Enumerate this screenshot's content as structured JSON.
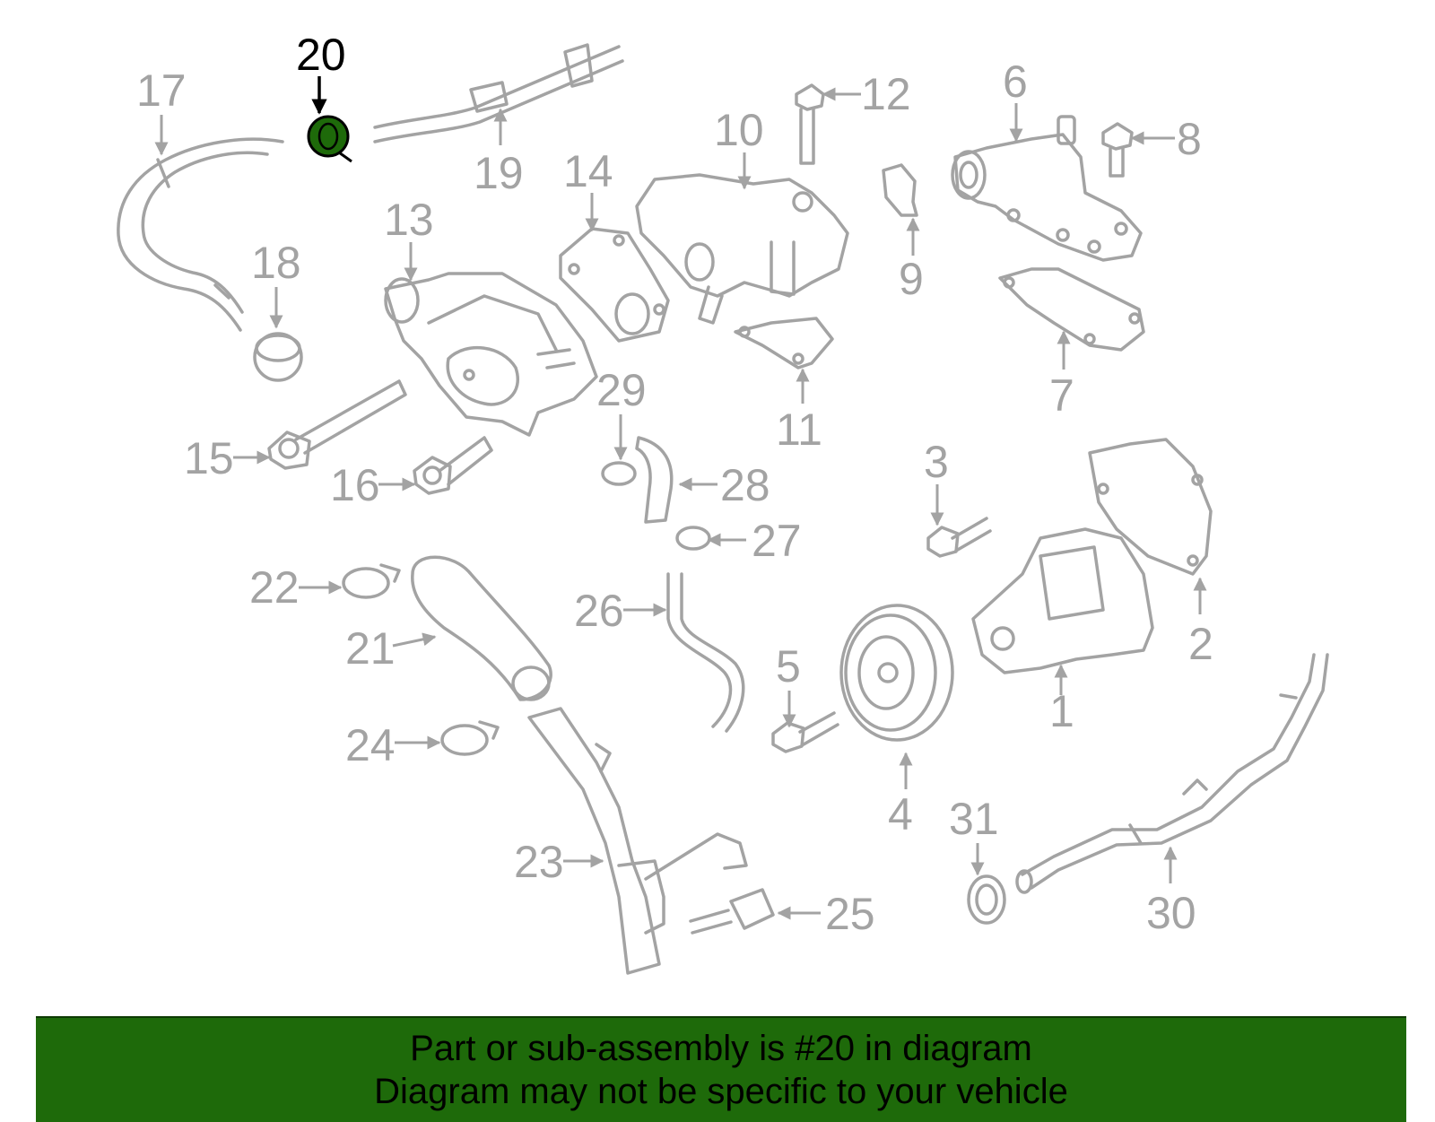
{
  "colors": {
    "part_stroke": "#a3a3a3",
    "highlight_fill": "#1e6a0a",
    "banner_bg": "#1e6a0a",
    "text_highlight": "#000000"
  },
  "highlighted_part": "20",
  "labels": {
    "p1": "1",
    "p2": "2",
    "p3": "3",
    "p4": "4",
    "p5": "5",
    "p6": "6",
    "p7": "7",
    "p8": "8",
    "p9": "9",
    "p10": "10",
    "p11": "11",
    "p12": "12",
    "p13": "13",
    "p14": "14",
    "p15": "15",
    "p16": "16",
    "p17": "17",
    "p18": "18",
    "p19": "19",
    "p20": "20",
    "p21": "21",
    "p22": "22",
    "p23": "23",
    "p24": "24",
    "p25": "25",
    "p26": "26",
    "p27": "27",
    "p28": "28",
    "p29": "29",
    "p30": "30",
    "p31": "31"
  },
  "banner": {
    "line1": "Part or sub-assembly is #20 in diagram",
    "line2": "Diagram may not be specific to your vehicle"
  }
}
